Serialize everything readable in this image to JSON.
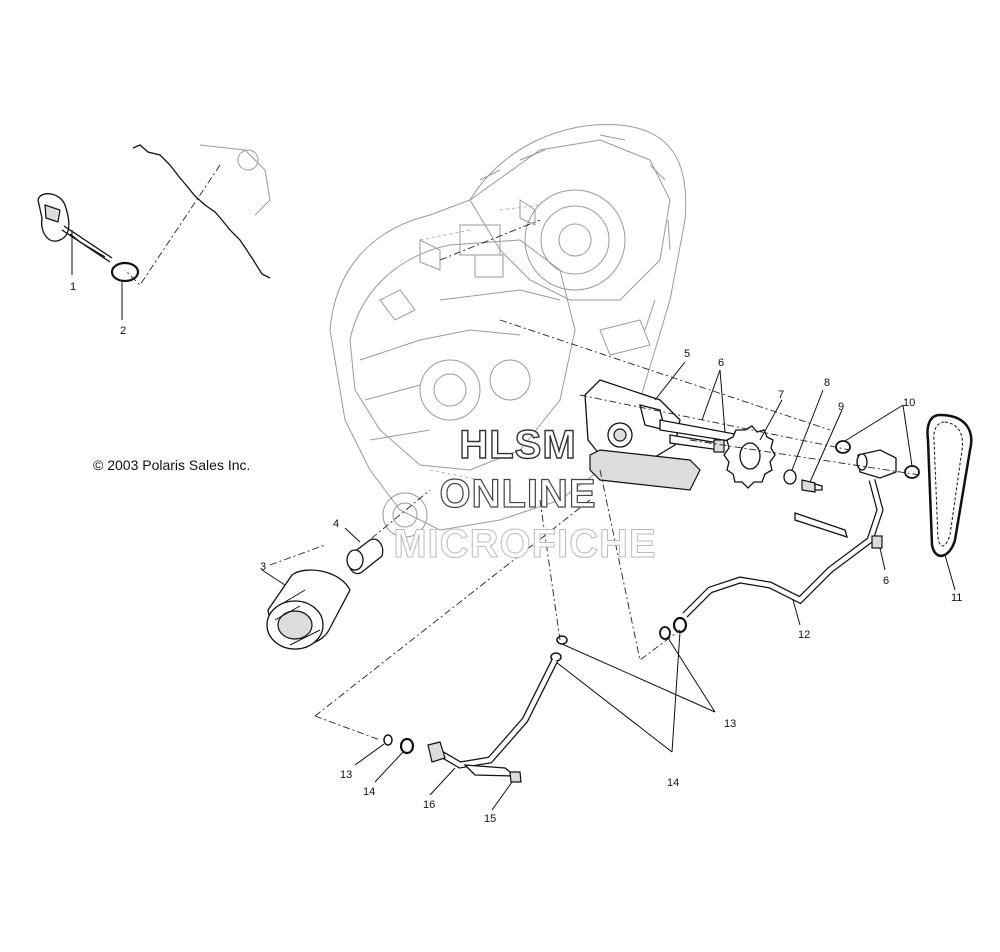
{
  "copyright": "© 2003 Polaris Sales Inc.",
  "watermark": {
    "line1": "HLSM",
    "line2": "ONLINE",
    "line3": "MICROFICHE"
  },
  "callouts": {
    "c1": "1",
    "c2": "2",
    "c3": "3",
    "c4": "4",
    "c5": "5",
    "c6a": "6",
    "c6b": "6",
    "c7": "7",
    "c8": "8",
    "c9": "9",
    "c10": "10",
    "c11": "11",
    "c12": "12",
    "c13a": "13",
    "c13b": "13",
    "c14a": "14",
    "c14b": "14",
    "c15": "15",
    "c16": "16"
  }
}
